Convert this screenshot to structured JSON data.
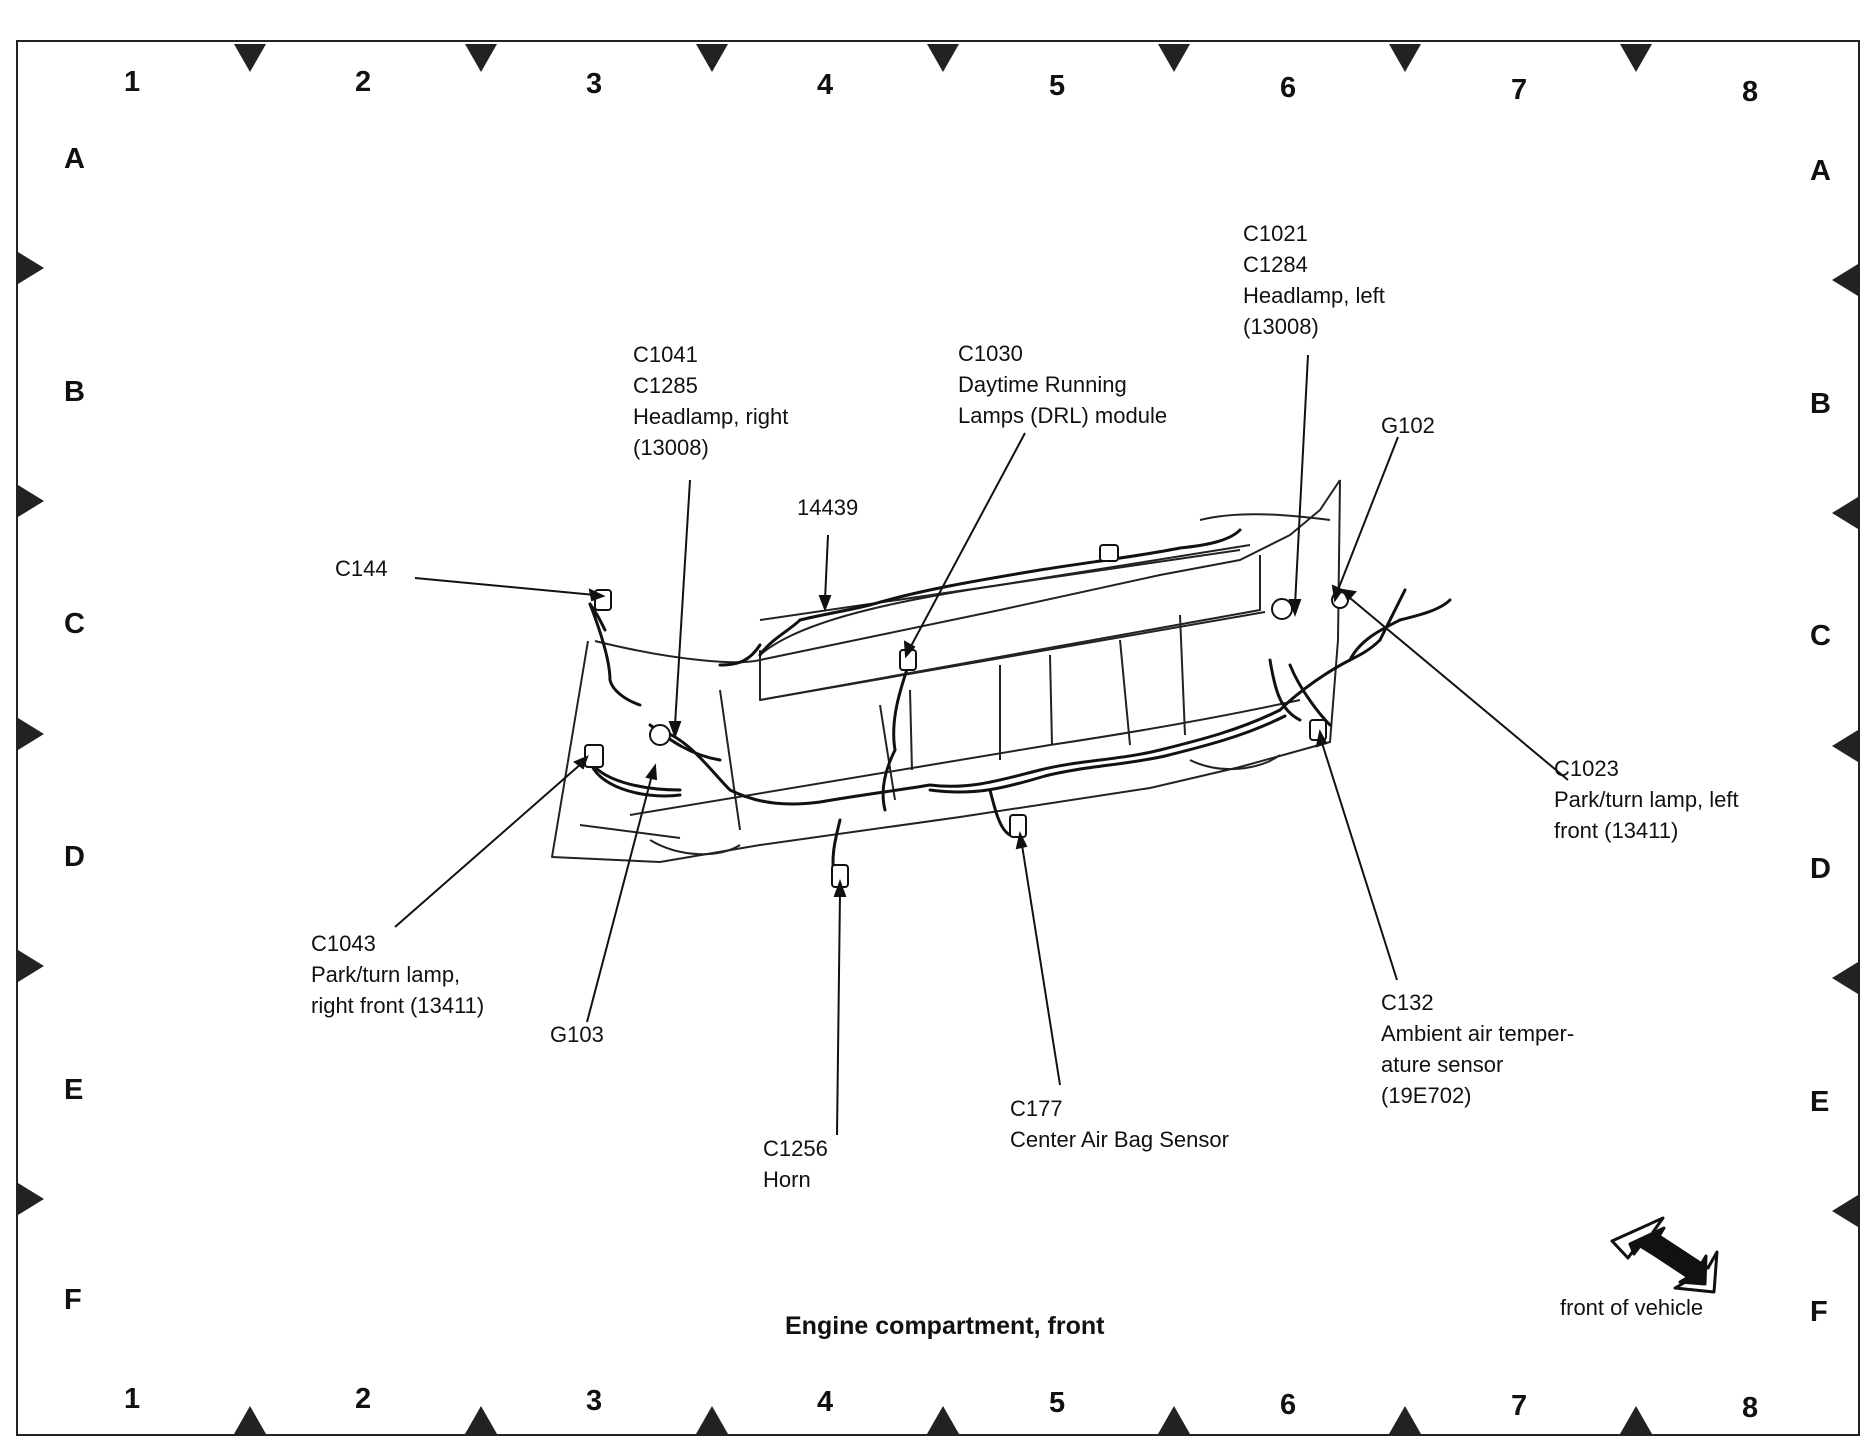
{
  "grid": {
    "columns": [
      "1",
      "2",
      "3",
      "4",
      "5",
      "6",
      "7",
      "8"
    ],
    "rows": [
      "A",
      "B",
      "C",
      "D",
      "E",
      "F"
    ]
  },
  "callouts": {
    "c1041": [
      "C1041",
      "C1285",
      "Headlamp, right",
      "(13008)"
    ],
    "c1030": [
      "C1030",
      "Daytime Running",
      "Lamps (DRL) module"
    ],
    "c1021": [
      "C1021",
      "C1284",
      "Headlamp, left",
      "(13008)"
    ],
    "g102": [
      "G102"
    ],
    "p14439": [
      "14439"
    ],
    "c144": [
      "C144"
    ],
    "c1023": [
      "C1023",
      "Park/turn lamp, left",
      "front (13411)"
    ],
    "c1043": [
      "C1043",
      "Park/turn lamp,",
      "right front (13411)"
    ],
    "g103": [
      "G103"
    ],
    "c132": [
      "C132",
      "Ambient air temper-",
      "ature sensor",
      "(19E702)"
    ],
    "c177": [
      "C177",
      "Center Air Bag Sensor"
    ],
    "c1256": [
      "C1256",
      "Horn"
    ]
  },
  "caption": "Engine compartment, front",
  "front_of_vehicle": "front of vehicle"
}
